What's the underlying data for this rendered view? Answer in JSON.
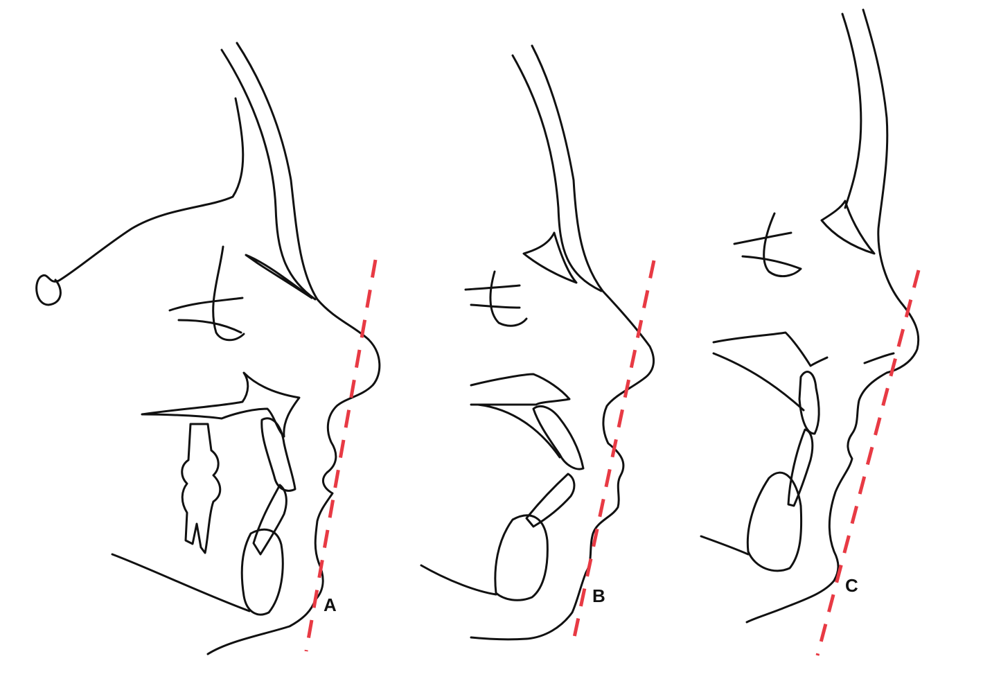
{
  "figure": {
    "reference_line_color": "#e83a44",
    "profiles": [
      {
        "id": "A",
        "label": "A"
      },
      {
        "id": "B",
        "label": "B"
      },
      {
        "id": "C",
        "label": "C"
      }
    ]
  }
}
